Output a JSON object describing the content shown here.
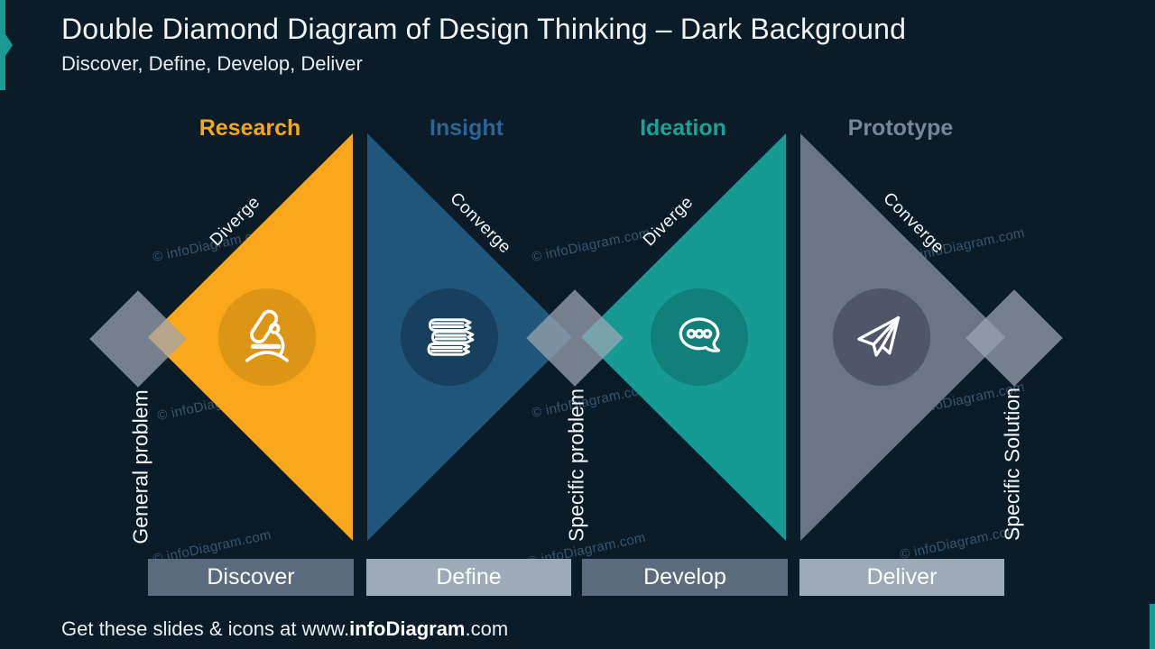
{
  "slide": {
    "title": "Double Diamond Diagram of Design Thinking – Dark Background",
    "subtitle": "Discover, Define, Develop, Deliver"
  },
  "colors": {
    "background": "#0A1C27",
    "accent_teal": "#1A9A94",
    "diamond_fill": "rgba(157,166,178,0.73)"
  },
  "stages": [
    {
      "label": "Research",
      "label_color": "#F5A71F",
      "direction": "Diverge",
      "phase": "Discover",
      "triangle_color": "#FAA71B",
      "circle_color": "#DD9516",
      "bar_color": "#5C6A7D",
      "icon": "microscope-icon"
    },
    {
      "label": "Insight",
      "label_color": "#2D6494",
      "direction": "Converge",
      "phase": "Define",
      "triangle_color": "#20567C",
      "circle_color": "#16405D",
      "bar_color": "#9EAAB8",
      "icon": "books-icon"
    },
    {
      "label": "Ideation",
      "label_color": "#19A296",
      "direction": "Diverge",
      "phase": "Develop",
      "triangle_color": "#179A93",
      "circle_color": "#12807A",
      "bar_color": "#5C6A7D",
      "icon": "speech-bubble-icon"
    },
    {
      "label": "Prototype",
      "label_color": "#7B8599",
      "direction": "Converge",
      "phase": "Deliver",
      "triangle_color": "#6C7488",
      "circle_color": "#505668",
      "bar_color": "#9EAAB8",
      "icon": "paper-plane-icon"
    }
  ],
  "milestones": [
    {
      "label": "General problem"
    },
    {
      "label": "Specific problem"
    },
    {
      "label": "Specific Solution"
    }
  ],
  "watermark_text": "© infoDiagram.com",
  "footer": {
    "prefix": "Get these slides & icons at www.",
    "brand": "infoDiagram",
    "suffix": ".com"
  }
}
